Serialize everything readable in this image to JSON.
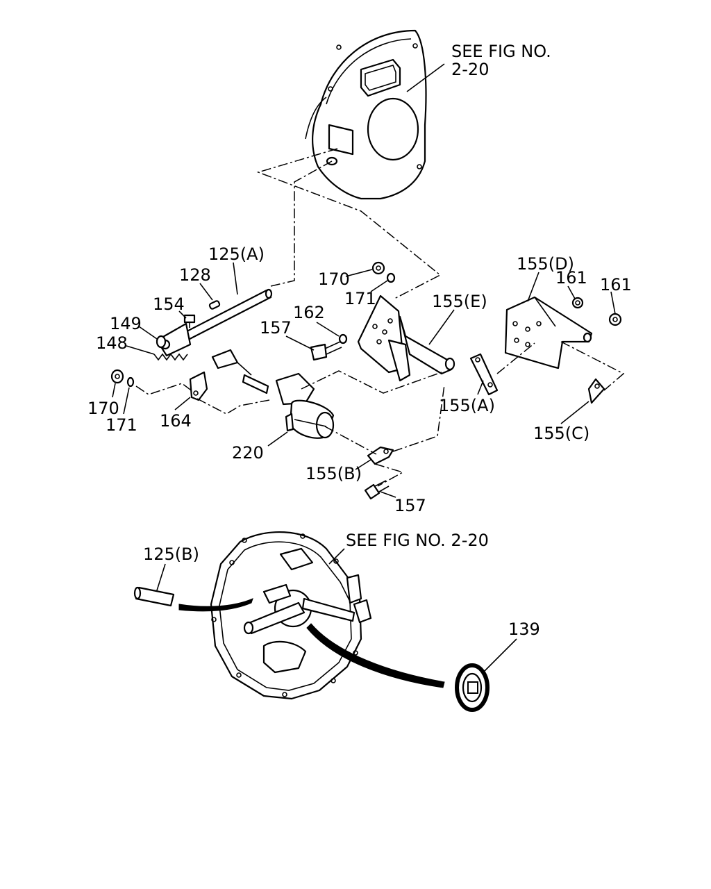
{
  "references": {
    "upper": [
      "SEE FIG NO.",
      "2-20"
    ],
    "lower": "SEE FIG NO. 2-20"
  },
  "callouts": {
    "p125a": "125(A)",
    "p128": "128",
    "p154": "154",
    "p149": "149",
    "p148": "148",
    "p170_left": "170",
    "p171_left": "171",
    "p164": "164",
    "p220": "220",
    "p157_top": "157",
    "p162": "162",
    "p170_top": "170",
    "p171_top": "171",
    "p155e": "155(E)",
    "p155a": "155(A)",
    "p155b": "155(B)",
    "p157_bottom": "157",
    "p155d": "155(D)",
    "p161_a": "161",
    "p161_b": "161",
    "p155c": "155(C)",
    "p125b": "125(B)",
    "p139": "139"
  }
}
